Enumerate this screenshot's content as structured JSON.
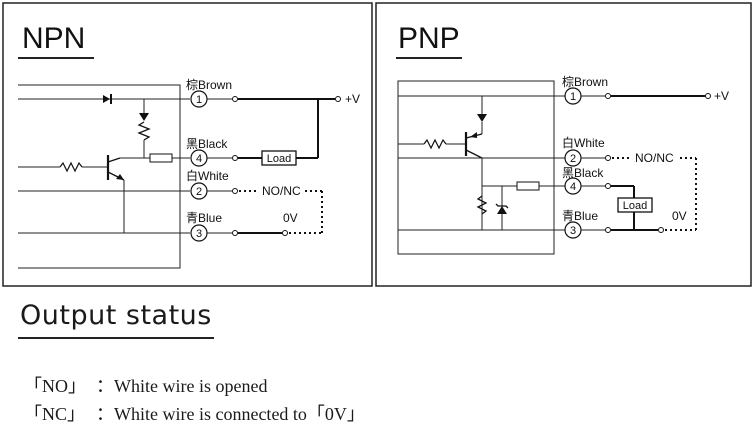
{
  "npn": {
    "title": "NPN",
    "brown": {
      "label": "棕Brown",
      "pin": "1",
      "terminal": "+V"
    },
    "black": {
      "label": "黑Black",
      "pin": "4"
    },
    "white": {
      "label": "白White",
      "pin": "2",
      "terminal": "NO/NC"
    },
    "blue": {
      "label": "青Blue",
      "pin": "3",
      "terminal": "0V"
    },
    "load": "Load"
  },
  "pnp": {
    "title": "PNP",
    "brown": {
      "label": "棕Brown",
      "pin": "1",
      "terminal": "+V"
    },
    "white": {
      "label": "白White",
      "pin": "2",
      "terminal": "NO/NC"
    },
    "black": {
      "label": "黑Black",
      "pin": "4"
    },
    "blue": {
      "label": "青Blue",
      "pin": "3",
      "terminal": "0V"
    },
    "load": "Load"
  },
  "output_status": {
    "title": "Output  status",
    "lines": [
      {
        "code": "「NO」",
        "text": "：White wire is opened"
      },
      {
        "code": "「NC」",
        "text": "：White wire is connected to「0V」"
      }
    ]
  }
}
